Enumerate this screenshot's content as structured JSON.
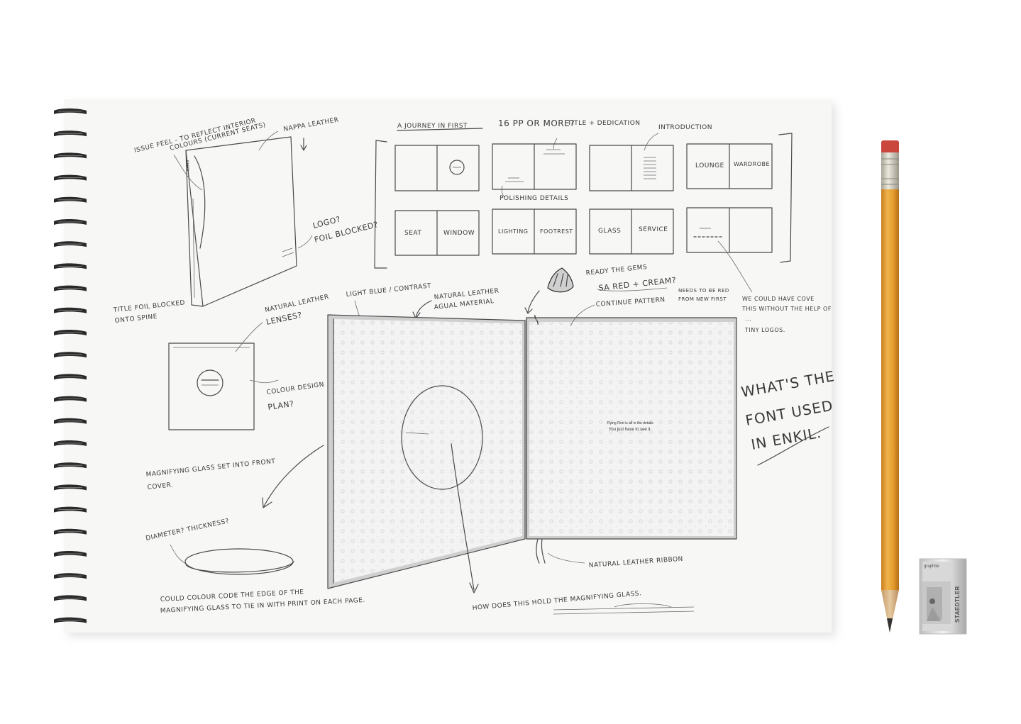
{
  "brand": {
    "sharpener_top": "graphite",
    "sharpener_side": "STAEDTLER"
  },
  "book_mock_text": {
    "line1": "Flying First is all in the details",
    "line2": "You just have to see it."
  },
  "annotations": {
    "title": "A JOURNEY IN FIRST",
    "pages": "16 PP OR MORE?",
    "title_dedication": "TITLE + DEDICATION",
    "introduction": "INTRODUCTION",
    "polishing_details": "POLISHING DETAILS",
    "lounge": "LOUNGE",
    "wardrobe": "WARDROBE",
    "seat": "SEAT",
    "window": "WINDOW",
    "lighting": "LIGHTING",
    "footrest": "FOOTREST",
    "glass": "GLASS",
    "service": "SERVICE",
    "issue_feel": "ISSUE FEEL - TO REFLECT INTERIOR COLOURS (CURRENT SEATS)",
    "nappa_leather_top": "NAPPA LEATHER",
    "logo_blocked": "LOGO? FOIL BLOCKED?",
    "title_spine": "TITLE FOIL BLOCKED ONTO SPINE",
    "naval_leather_lenses": "NATURAL LEATHER LENSES?",
    "colour_design": "COLOUR DESIGN PLAN?",
    "magnifying_glass": "MAGNIFYING GLASS SET INTO FRONT COVER.",
    "diameter": "DIAMETER? THICKNESS?",
    "colour_code": "COULD COLOUR CODE THE EDGE OF THE MAGNIFYING GLASS TO TIE IN WITH PRINT ON EACH PAGE.",
    "light_blue": "LIGHT BLUE / CONTRAST",
    "natural_leather": "NATURAL LEATHER AGUAL MATERIAL",
    "ready_gems": "READY THE GEMS SA RED + CREAM?",
    "needs_red": "NEEDS TO BE RED FROM NEW FIRST",
    "continue_pattern": "CONTINUE PATTERN",
    "we_could": "WE COULD HAVE COVE THIS WITHOUT THE HELP OF ...",
    "tiny_logos": "TINY LOGOS.",
    "font_question": "WHAT'S THE FONT USED IN ENKIL.",
    "leather_ribbon": "NATURAL LEATHER RIBBON",
    "how_does": "HOW DOES THIS HOLD THE MAGNIFYING GLASS."
  },
  "colors": {
    "pencil_body": "#e8a43a",
    "pencil_eraser": "#c9473c",
    "pencil_ferrule": "#c9c6bc",
    "pad_paper": "#f7f7f6",
    "spiral": "#2a2a2a"
  }
}
